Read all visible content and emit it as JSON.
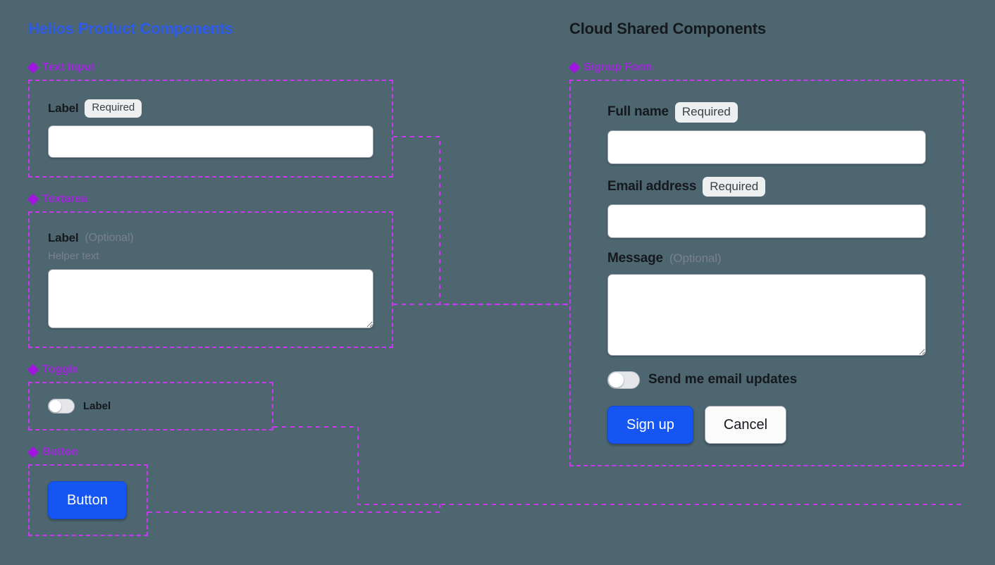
{
  "canvas": {
    "background_color": "#4d6670",
    "connector_color": "#c838f0",
    "frame_border_color": "#c838f0"
  },
  "left_column": {
    "title": "Helios Product Components",
    "title_color": "#2e5ae8",
    "sections": [
      {
        "icon": "quad-diamond-icon",
        "heading": "Text Input",
        "field": {
          "label": "Label",
          "badge": "Required",
          "input_value": "",
          "input_placeholder": ""
        }
      },
      {
        "icon": "quad-diamond-icon",
        "heading": "Textarea",
        "field": {
          "label": "Label",
          "optional": "(Optional)",
          "helper": "Helper text",
          "input_value": "",
          "input_placeholder": ""
        }
      },
      {
        "icon": "quad-diamond-icon",
        "heading": "Toggle",
        "field": {
          "label": "Label",
          "state": "off"
        }
      },
      {
        "icon": "quad-diamond-icon",
        "heading": "Button",
        "field": {
          "label": "Button"
        }
      }
    ]
  },
  "right_column": {
    "title": "Cloud Shared Components",
    "title_color": "#15181d",
    "section": {
      "icon": "quad-diamond-icon",
      "heading": "Signup Form",
      "fields": {
        "full_name": {
          "label": "Full name",
          "badge": "Required",
          "value": "",
          "placeholder": ""
        },
        "email": {
          "label": "Email address",
          "badge": "Required",
          "value": "",
          "placeholder": ""
        },
        "message": {
          "label": "Message",
          "optional": "(Optional)",
          "value": "",
          "placeholder": ""
        },
        "email_updates_toggle": {
          "label": "Send me email updates",
          "state": "off"
        }
      },
      "actions": {
        "primary": "Sign up",
        "secondary": "Cancel",
        "primary_color": "#1556f2"
      }
    }
  }
}
